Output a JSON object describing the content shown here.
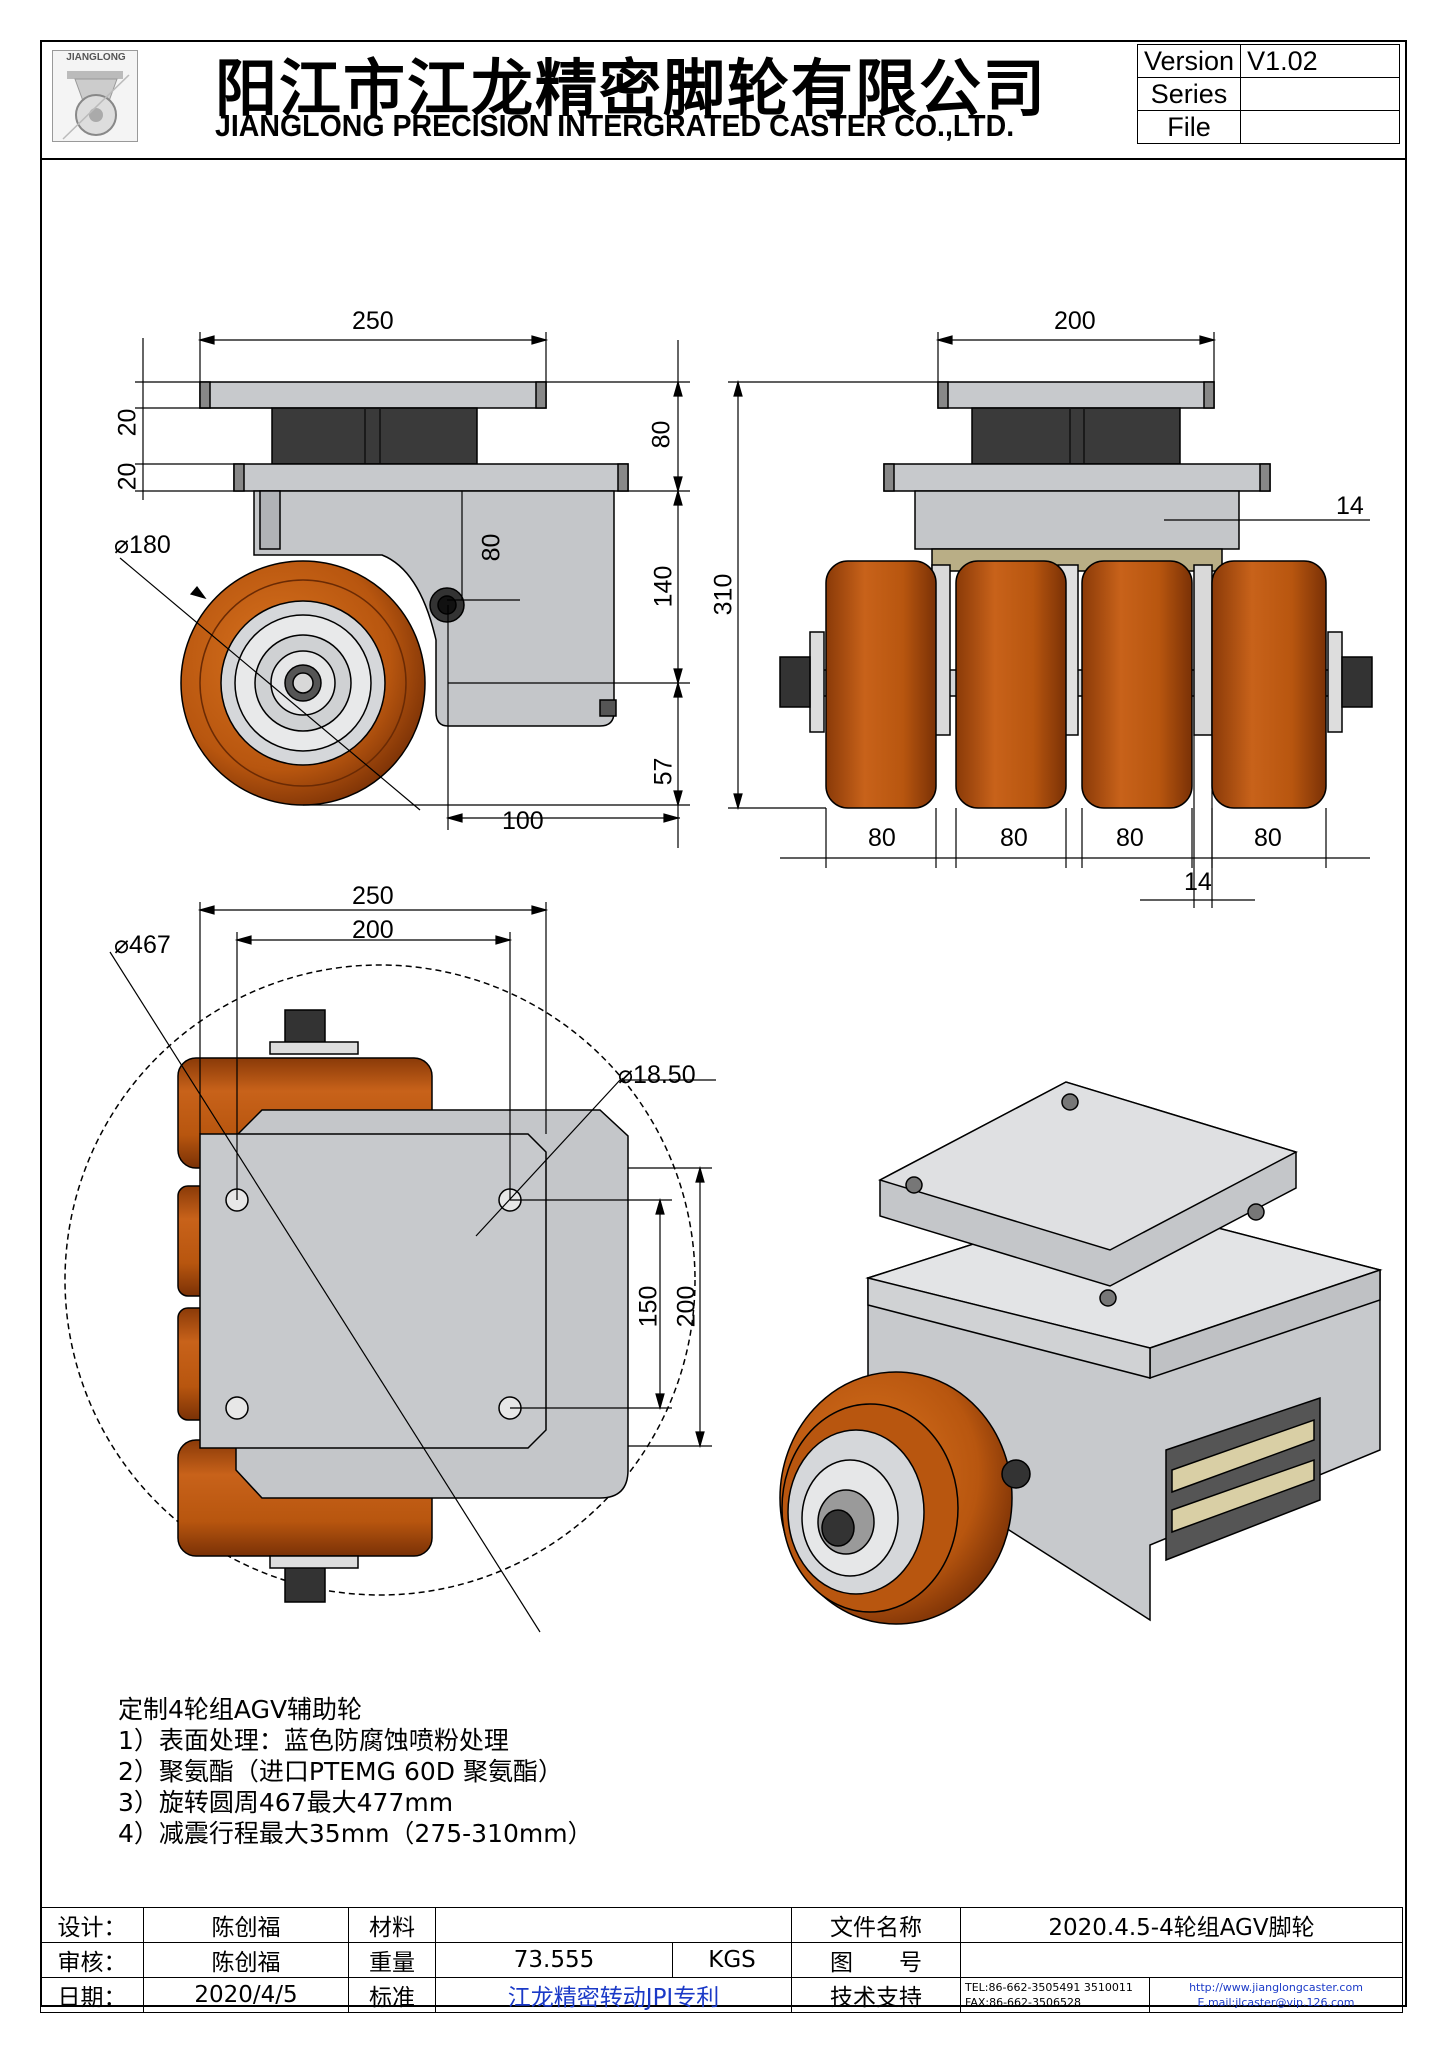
{
  "header": {
    "logo_text": "JIANGLONG",
    "title_cn": "阳江市江龙精密脚轮有限公司",
    "title_en": "JIANGLONG PRECISION INTERGRATED CASTER CO.,LTD."
  },
  "version_table": {
    "version_label": "Version",
    "version_value": "V1.02",
    "series_label": "Series",
    "series_value": "",
    "file_label": "File",
    "file_value": ""
  },
  "dimensions": {
    "side": {
      "width": "250",
      "top20a": "20",
      "top20b": "20",
      "dia": "⌀180",
      "h80": "80",
      "h80_inner": "80",
      "h140": "140",
      "h57": "57",
      "w100": "100"
    },
    "front": {
      "width": "200",
      "h310": "310",
      "gap14": "14",
      "w80_1": "80",
      "w80_2": "80",
      "w80_3": "80",
      "w80_4": "80",
      "gap14_bottom": "14"
    },
    "top": {
      "dia467": "⌀467",
      "w250": "250",
      "w200": "200",
      "hole": "⌀18.50",
      "h150": "150",
      "h200": "200"
    }
  },
  "colors": {
    "wheel": "#b8560f",
    "wheel_dark": "#8a3a08",
    "steel": "#c7c9cc",
    "rubber": "#2b2b2b",
    "link_blue": "#1a39c7"
  },
  "notes": [
    "定制4轮组AGV辅助轮",
    "1）表面处理：蓝色防腐蚀喷粉处理",
    "2）聚氨酯（进口PTEMG 60D 聚氨酯）",
    "3）旋转圆周467最大477mm",
    "4）减震行程最大35mm（275-310mm）"
  ],
  "title_block": {
    "design_label": "设计：",
    "design_value": "陈创福",
    "material_label": "材料",
    "material_value": "",
    "file_name_label": "文件名称",
    "file_name_value": "2020.4.5-4轮组AGV脚轮",
    "review_label": "审核：",
    "review_value": "陈创福",
    "weight_label": "重量",
    "weight_value": "73.555",
    "weight_unit": "KGS",
    "drawing_no_label": "图　　号",
    "drawing_no_value": "",
    "date_label": "日期：",
    "date_value": "2020/4/5",
    "standard_label": "标准",
    "standard_value": "江龙精密转动JPI专利",
    "support_label": "技术支持",
    "tel": "TEL:86-662-3505491 3510011",
    "fax": "FAX:86-662-3506528",
    "website": "http://www.jianglongcaster.com",
    "email": "E.mail:jlcaster@vip.126.com"
  }
}
